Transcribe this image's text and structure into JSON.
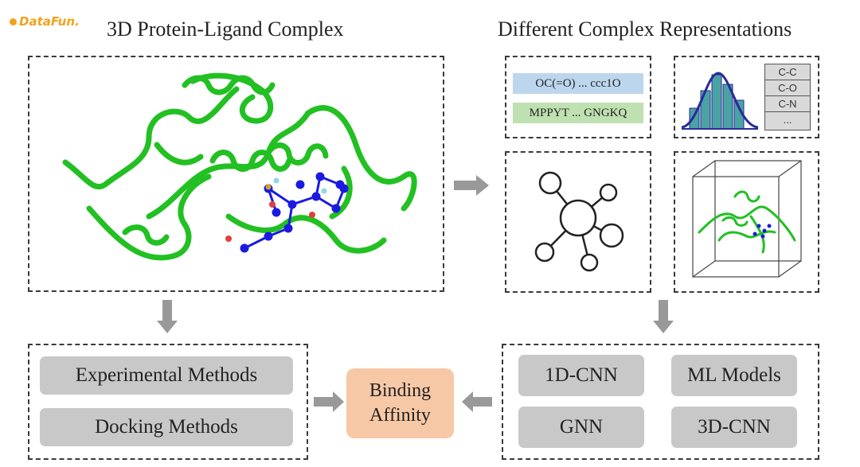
{
  "logo": {
    "text": "DataFun."
  },
  "titles": {
    "left": "3D Protein-Ligand Complex",
    "right": "Different Complex Representations"
  },
  "sequences": {
    "smiles": "OC(=O) ... ccc1O",
    "protein": "MPPYT ... GNGKQ"
  },
  "bond_table": [
    "C-C",
    "C-O",
    "C-N",
    "..."
  ],
  "traditional_methods": [
    "Experimental Methods",
    "Docking Methods"
  ],
  "binding": {
    "line1": "Binding",
    "line2": "Affinity"
  },
  "dl_models": [
    "1D-CNN",
    "ML Models",
    "GNN",
    "3D-CNN"
  ],
  "colors": {
    "protein_green": "#22c022",
    "ligand_blue": "#1a1ae0",
    "smiles_box": "#bcd6ee",
    "protein_box": "#bfe0b0",
    "method_box": "#c8c8c8",
    "binding_box": "#f7c8a6",
    "arrow_gray": "#999999",
    "histogram_blue": "#2a2a9a",
    "histogram_bars": "#4aa3a3"
  }
}
